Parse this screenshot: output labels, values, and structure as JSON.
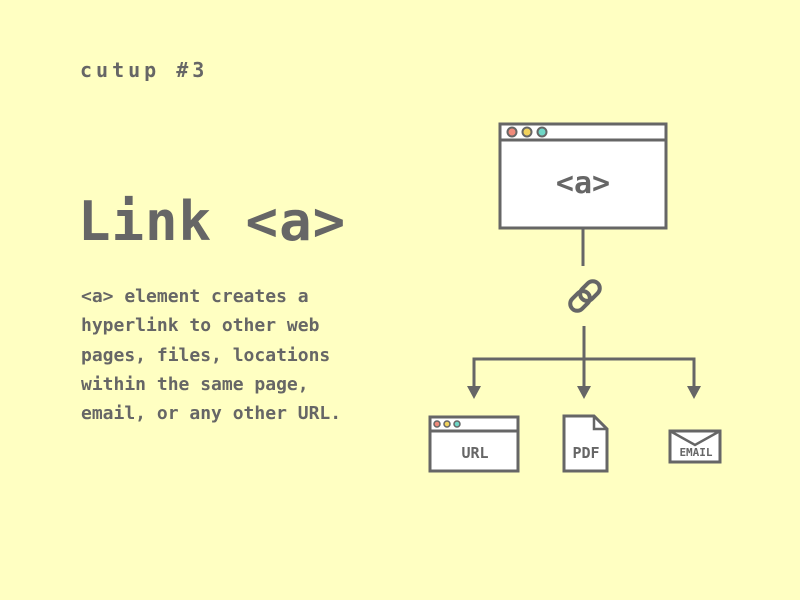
{
  "header": {
    "kicker": "cutup #3"
  },
  "main": {
    "title": "Link <a>",
    "description_lines": [
      "<a> element creates a",
      "hyperlink to other web",
      "pages, files, locations",
      "within the same page,",
      "email, or any other URL."
    ]
  },
  "diagram": {
    "browser_label": "<a>",
    "browser_dots": [
      "#f08a7a",
      "#f2d25c",
      "#6fd6c6"
    ],
    "link_icon": "chain-link-icon",
    "targets": [
      {
        "label": "URL",
        "icon": "browser-window-icon"
      },
      {
        "label": "PDF",
        "icon": "document-icon"
      },
      {
        "label": "EMAIL",
        "icon": "envelope-icon"
      }
    ]
  },
  "colors": {
    "background": "#ffffc2",
    "ink": "#666666",
    "fill": "#ffffff"
  }
}
